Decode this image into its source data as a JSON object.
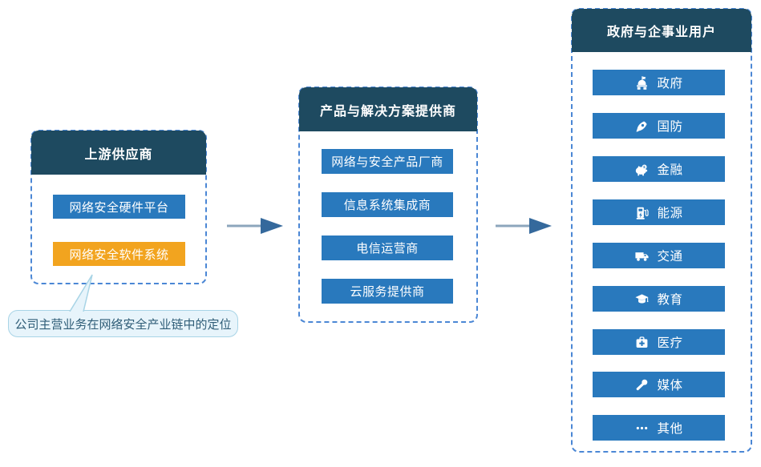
{
  "upstream": {
    "title": "上游供应商",
    "items": [
      {
        "label": "网络安全硬件平台",
        "color": "#2979BD"
      },
      {
        "label": "网络安全软件系统",
        "color": "#F2A41F"
      }
    ]
  },
  "providers": {
    "title": "产品与解决方案提供商",
    "items": [
      {
        "label": "网络与安全产品厂商"
      },
      {
        "label": "信息系统集成商"
      },
      {
        "label": "电信运营商"
      },
      {
        "label": "云服务提供商"
      }
    ]
  },
  "users": {
    "title": "政府与企事业用户",
    "items": [
      {
        "label": "政府",
        "icon": "government-icon"
      },
      {
        "label": "国防",
        "icon": "rocket-icon"
      },
      {
        "label": "金融",
        "icon": "piggy-bank-icon"
      },
      {
        "label": "能源",
        "icon": "fuel-pump-icon"
      },
      {
        "label": "交通",
        "icon": "truck-icon"
      },
      {
        "label": "教育",
        "icon": "graduation-cap-icon"
      },
      {
        "label": "医疗",
        "icon": "first-aid-kit-icon"
      },
      {
        "label": "媒体",
        "icon": "microphone-icon"
      },
      {
        "label": "其他",
        "icon": "ellipsis-icon"
      }
    ]
  },
  "callout": {
    "text": "公司主营业务在网络安全产业链中的定位"
  },
  "colors": {
    "header_bg": "#1E4A60",
    "item_blue": "#2979BD",
    "item_orange": "#F2A41F",
    "dashed_border": "#4B87D5",
    "arrow_line": "#8CA6BC",
    "arrow_head": "#35699C",
    "callout_bg": "#E7F4FB",
    "callout_border": "#A8D4E6",
    "callout_text": "#2F5D77"
  }
}
